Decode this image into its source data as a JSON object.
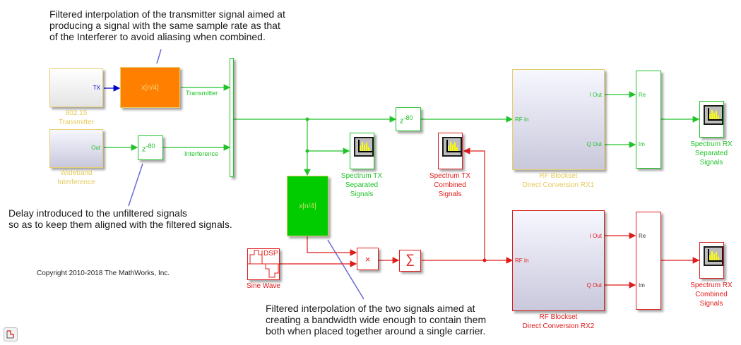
{
  "annotations": {
    "top": [
      "Filtered interpolation of the transmitter signal aimed at",
      "producing a signal with the same sample rate as that",
      "of the Interferer to avoid aliasing when combined."
    ],
    "delay": [
      "Delay introduced to the unfiltered signals",
      "so as to keep them aligned with the filtered signals."
    ],
    "bottom": [
      "Filtered interpolation of the two signals aimed at",
      "creating a bandwidth wide enough to contain them",
      "both when placed together around a single carrier."
    ],
    "copyright": "Copyright 2010-2018 The MathWorks, Inc."
  },
  "blocks": {
    "transmitter": {
      "label": [
        "802.15",
        "Transmitter"
      ],
      "port_out": "TX"
    },
    "interference": {
      "label": [
        "Wideband",
        "Interference"
      ],
      "port_out": "Out"
    },
    "interp_tx": {
      "text": "x[n/4]"
    },
    "delay1": {
      "base": "z",
      "exp": "-80"
    },
    "delay2": {
      "base": "z",
      "exp": "-80"
    },
    "interp_both": {
      "text": "x[n/4]"
    },
    "sine": {
      "label": "Sine Wave",
      "text": "DSP"
    },
    "product": {
      "symbol": "×"
    },
    "sum": {
      "symbol": "∑"
    },
    "scope_tx_sep": {
      "label": [
        "Spectrum TX",
        "Separated",
        "Signals"
      ]
    },
    "scope_tx_comb": {
      "label": [
        "Spectrum TX",
        "Combined",
        "Signals"
      ]
    },
    "rx1": {
      "label": [
        "RF Blockset",
        "Direct Conversion RX1"
      ],
      "port_in": "RF In",
      "port_i": "I Out",
      "port_q": "Q Out"
    },
    "rx2": {
      "label": [
        "RF Blockset",
        "Direct Conversion RX2"
      ],
      "port_in": "RF In",
      "port_i": "I Out",
      "port_q": "Q Out"
    },
    "complex1": {
      "re": "Re",
      "im": "Im"
    },
    "complex2": {
      "re": "Re",
      "im": "Im"
    },
    "scope_rx_sep": {
      "label": [
        "Spectrum RX",
        "Separated",
        "Signals"
      ]
    },
    "scope_rx_comb": {
      "label": [
        "Spectrum RX",
        "Combined",
        "Signals"
      ]
    }
  },
  "signals": {
    "transmitter": "Transmitter",
    "interference": "Interference"
  },
  "colors": {
    "green": "#22c22a",
    "red": "#e01b1b",
    "blue": "#0000cc",
    "yellow": "#e6c95a",
    "orange": "#ff8000",
    "annotation_line": "#6a6ad6"
  }
}
